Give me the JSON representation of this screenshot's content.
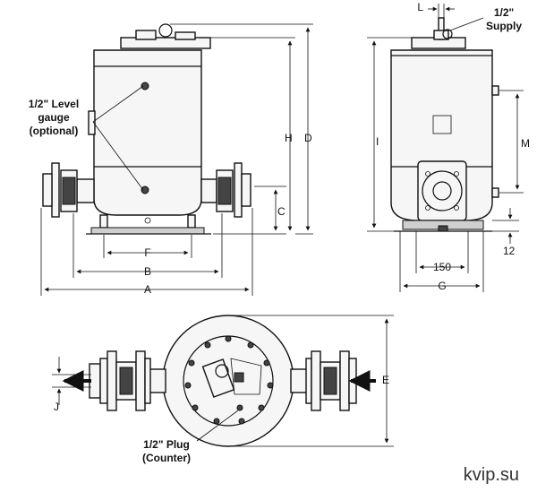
{
  "labels": {
    "supply_top": "1/2\"",
    "supply_bottom": "Supply",
    "level_line1": "1/2\" Level",
    "level_line2": "gauge",
    "level_line3": "(optional)",
    "plug_line1": "1/2\" Plug",
    "plug_line2": "(Counter)",
    "watermark": "kvip.su"
  },
  "dimensions": {
    "A": "A",
    "B": "B",
    "C": "C",
    "D": "D",
    "E": "E",
    "F": "F",
    "G": "G",
    "H": "H",
    "I": "I",
    "J": "J",
    "L": "L",
    "M": "M",
    "v150": "150",
    "v12": "12"
  }
}
